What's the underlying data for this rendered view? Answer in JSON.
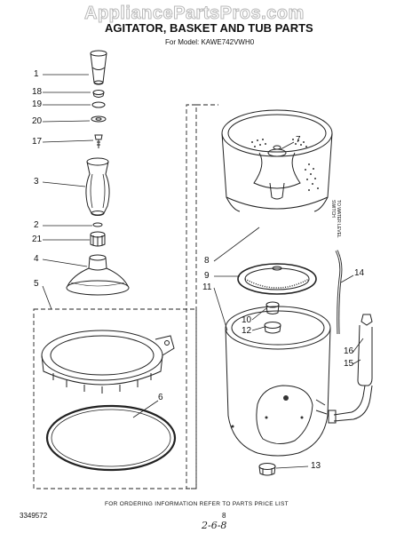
{
  "watermark": "AppliancePartsPros.com",
  "title": "AGITATOR, BASKET AND TUB PARTS",
  "model_line": "For Model: KAWE742VWH0",
  "side_label": "TO WATER LEVEL SWITCH",
  "footer_note": "FOR ORDERING INFORMATION REFER TO PARTS PRICE LIST",
  "doc_code": "3349572",
  "page_number": "8",
  "handwritten_note": "2-6-8",
  "callouts": {
    "c1": "1",
    "c18": "18",
    "c19": "19",
    "c20": "20",
    "c17": "17",
    "c3": "3",
    "c2": "2",
    "c21": "21",
    "c4": "4",
    "c5": "5",
    "c6": "6",
    "c7": "7",
    "c8": "8",
    "c9": "9",
    "c11": "11",
    "c10": "10",
    "c12": "12",
    "c14": "14",
    "c16": "16",
    "c15": "15",
    "c13": "13"
  }
}
